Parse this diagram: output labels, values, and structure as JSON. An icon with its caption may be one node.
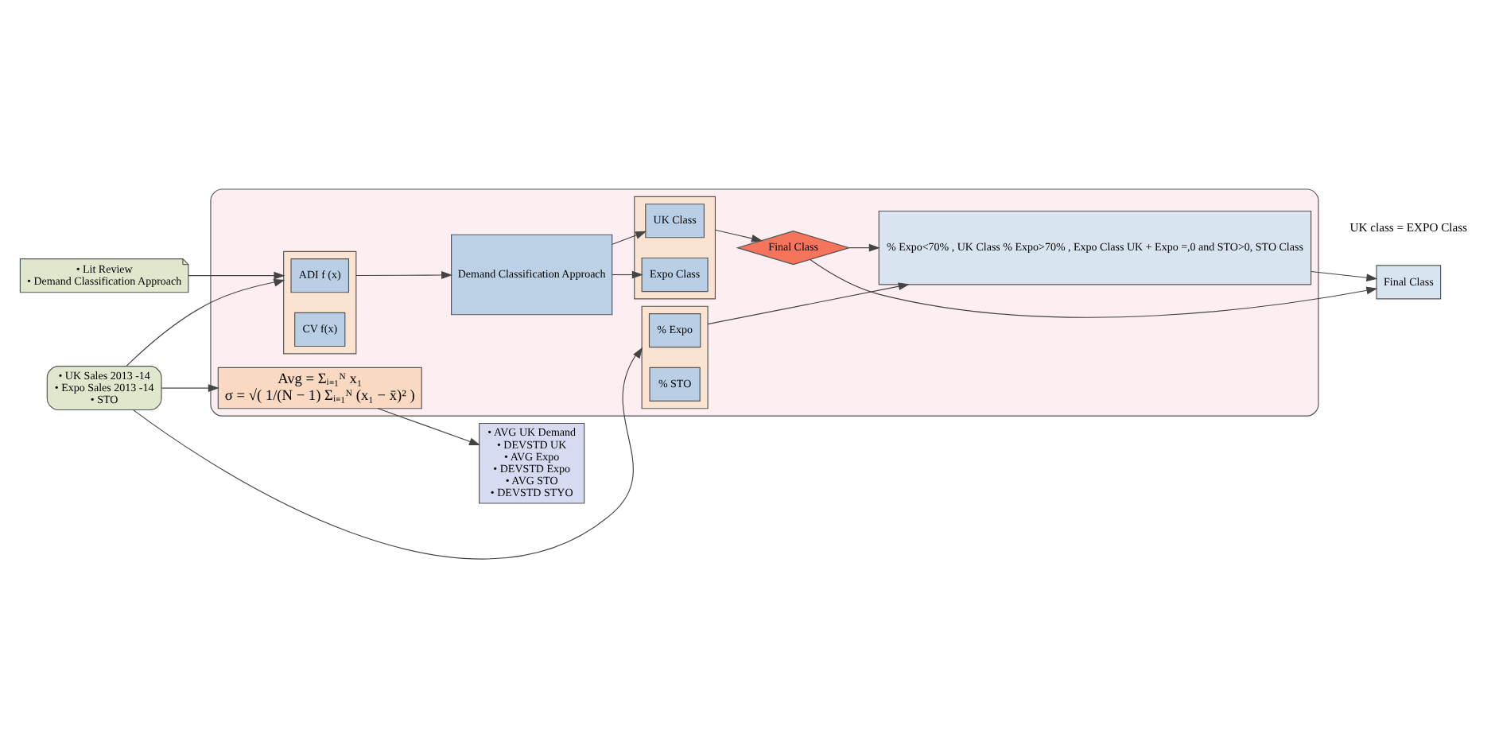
{
  "diagram": {
    "nodes": [
      {
        "text": [
          "• UK Sales 2013 -14",
          "• Expo Sales 2013 -14",
          "• STO"
        ]
      },
      {
        "text": [
          "• Lit Review",
          "• Demand Classification Approach"
        ]
      },
      {
        "text": [],
        "shape": "box"
      },
      {
        "text": [
          "Avg = Σᵢ₌₁ᴺ x₁",
          "σ = √( 1/(N − 1) Σᵢ₌₁ᴺ (x₁ − x̄)² )"
        ],
        "in": 2
      },
      {
        "text": [],
        "shape": "box",
        "in": 2
      },
      {
        "text": [
          "ADI f (x)"
        ],
        "in": 4
      },
      {
        "text": [
          "CV f(x)"
        ],
        "in": 4
      },
      {
        "text": [
          "Demand Classification Approach"
        ],
        "in": 2
      },
      {
        "text": [],
        "shape": "box",
        "in": 2
      },
      {
        "text": [
          "UK Class"
        ],
        "in": 8
      },
      {
        "text": [
          "Expo Class"
        ],
        "in": 8
      },
      {
        "text": [
          "Final Class"
        ],
        "in": 2
      },
      {
        "text": [],
        "shape": "box",
        "in": 2
      },
      {
        "text": [
          "% Expo"
        ],
        "in": 12
      },
      {
        "text": [
          "% STO"
        ],
        "in": 12
      },
      {
        "text": [
          "% Expo<70% , UK Class % Expo>70% , Expo Class UK + Expo =,0 and STO>0, STO Class"
        ],
        "in": 2
      },
      {
        "text": [
          "• AVG UK Demand",
          "• DEVSTD UK",
          "• AVG Expo",
          "• DEVSTD Expo",
          "• AVG STO",
          "• DEVSTD STYO"
        ]
      },
      {
        "text": [
          "Final Class"
        ]
      }
    ],
    "edges": [
      {
        "from": 0,
        "to": 3,
        "arrow": "to"
      },
      {
        "from": 0,
        "to": 4,
        "arrow": "to"
      },
      {
        "from": 0,
        "to": 12,
        "arrow": "to"
      },
      {
        "from": 1,
        "to": 4,
        "arrow": "to"
      },
      {
        "from": 3,
        "to": 16,
        "arrow": "to"
      },
      {
        "from": 4,
        "to": 7,
        "arrow": "to"
      },
      {
        "from": 7,
        "to": 9,
        "arrow": "to"
      },
      {
        "from": 7,
        "to": 10,
        "arrow": "to"
      },
      {
        "from": 8,
        "to": 11,
        "arrow": "to"
      },
      {
        "from": 11,
        "to": 17,
        "arrow": "to"
      },
      {
        "from": 11,
        "to": 15,
        "arrow": "to"
      },
      {
        "from": 12,
        "to": 15,
        "arrow": "to"
      },
      {
        "from": 15,
        "to": 17,
        "arrow": "to"
      }
    ],
    "labels": [
      "UK class = EXPO Class"
    ]
  }
}
